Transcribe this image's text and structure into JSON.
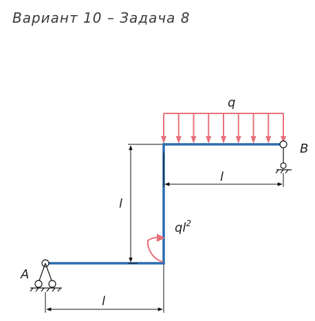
{
  "title": "Вариант 10 – Задача 8",
  "labels": {
    "load": "q",
    "support_a": "A",
    "support_b": "B",
    "dim_top": "l",
    "dim_vertical": "l",
    "dim_bottom": "l",
    "moment": "ql",
    "moment_exp": "2"
  },
  "load_arrow_count": 9,
  "colors": {
    "beam": "#2b6cb0",
    "load": "#e8707a",
    "moment": "#e8707a",
    "lines": "#111111"
  }
}
